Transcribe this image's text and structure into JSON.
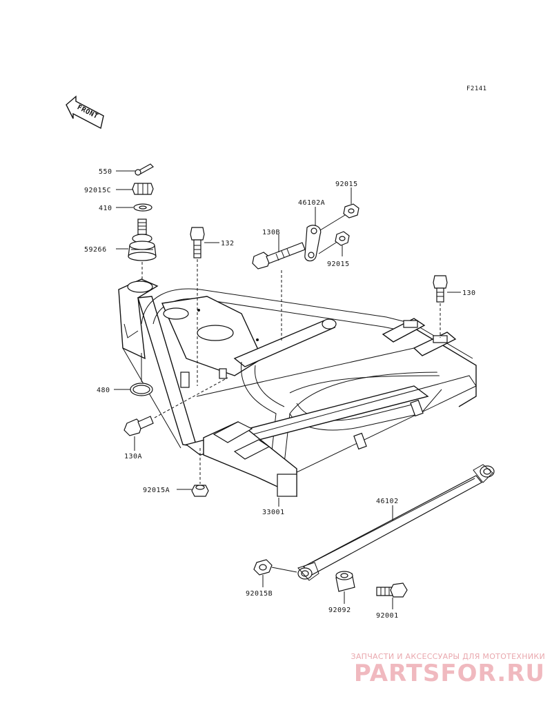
{
  "diagram_code": "F2141",
  "front_arrow_label": "FRONT",
  "parts": {
    "p550": "550",
    "p92015c": "92015C",
    "p410": "410",
    "p59266": "59266",
    "p132": "132",
    "p92015_top": "92015",
    "p46102a": "46102A",
    "p130b": "130B",
    "p92015_mid": "92015",
    "p130": "130",
    "p480": "480",
    "p130a": "130A",
    "p92015a": "92015A",
    "p33001": "33001",
    "p46102": "46102",
    "p92015b": "92015B",
    "p92092": "92092",
    "p92001": "92001"
  },
  "watermark": {
    "tagline": "ЗАПЧАСТИ И АКСЕССУАРЫ ДЛЯ МОТОТЕХНИКИ",
    "logo": "PARTSFOR.RU"
  }
}
